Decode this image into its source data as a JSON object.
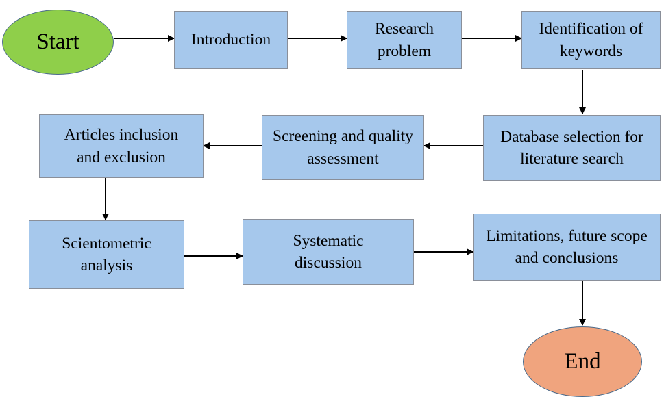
{
  "nodes": {
    "start": "Start",
    "introduction": "Introduction",
    "research_problem": "Research problem",
    "keywords": "Identification of keywords",
    "database": "Database selection for literature search",
    "screening": "Screening and quality assessment",
    "articles": "Articles inclusion and exclusion",
    "scientometric": "Scientometric analysis",
    "systematic": "Systematic discussion",
    "limitations": "Limitations, future scope and conclusions",
    "end": "End"
  },
  "colors": {
    "start_fill": "#8fcf4a",
    "end_fill": "#f0a47e",
    "box_fill": "#a6c8ec",
    "box_border": "#8a8f99",
    "arrow": "#000000"
  }
}
